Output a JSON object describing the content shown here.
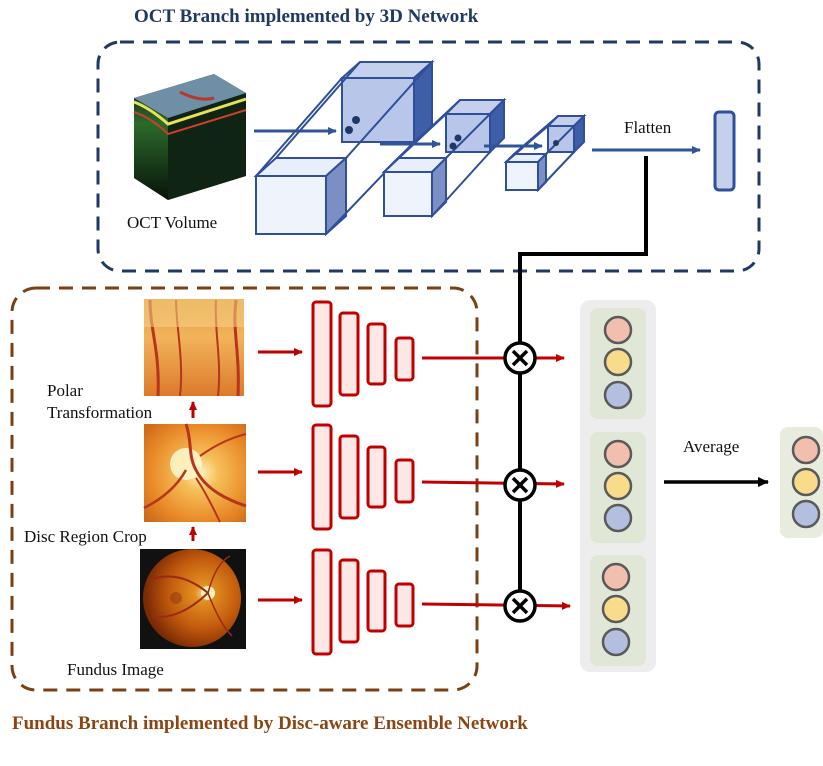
{
  "oct_branch": {
    "title": "OCT Branch implemented by 3D Network",
    "input_label": "OCT Volume",
    "flatten_label": "Flatten"
  },
  "fundus_branch": {
    "title": "Fundus Branch implemented by Disc-aware Ensemble Network",
    "polar_label_line1": "Polar",
    "polar_label_line2": "Transformation",
    "crop_label": "Disc Region Crop",
    "input_label": "Fundus Image"
  },
  "fusion": {
    "average_label": "Average"
  },
  "colors": {
    "oct_frame": "#1f3864",
    "fundus_frame": "#7b3f14",
    "oct_title": "#1f3864",
    "fundus_title": "#8b4513",
    "cnn_red": "#c00000",
    "cnn_fill": "#fde8e6",
    "block_blue": "#2f4f9a",
    "block_fill": "#e8eefa",
    "feature_pink": "#f2bfae",
    "feature_yellow": "#f8dc8c",
    "feature_lavender": "#b4bfe0"
  },
  "icons": {
    "fusion_operator": "multiply-circle-icon",
    "oct_image": "oct-volume-icon",
    "fundus_images": "fundus-photo-icon"
  }
}
